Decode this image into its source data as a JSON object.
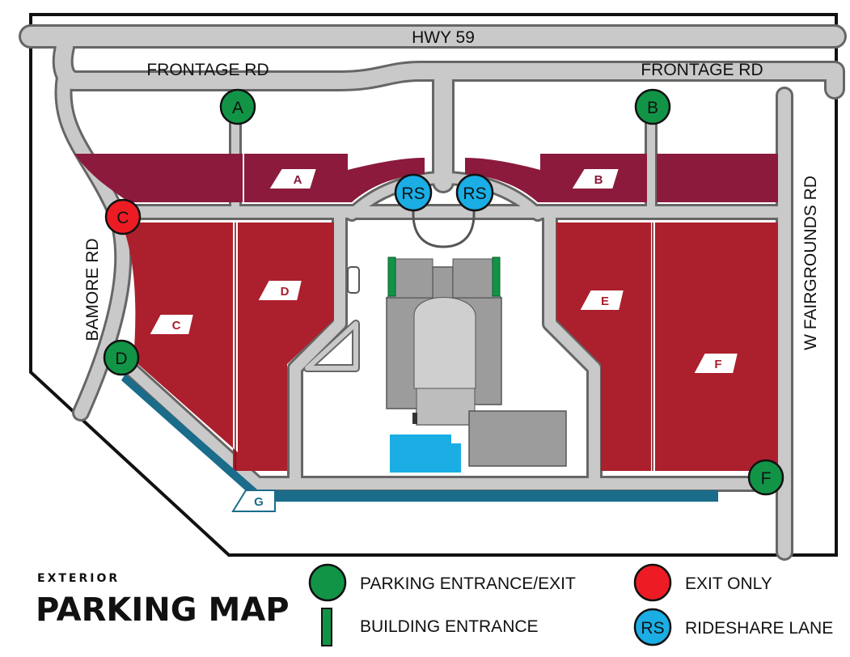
{
  "roads": {
    "hwy": "HWY 59",
    "frontage_left": "FRONTAGE RD",
    "frontage_right": "FRONTAGE RD",
    "bamore": "BAMORE RD",
    "fairgrounds": "W FAIRGROUNDS RD"
  },
  "lots": {
    "a": "A",
    "b": "B",
    "c": "C",
    "d": "D",
    "e": "E",
    "f": "F",
    "g": "G"
  },
  "markers": {
    "entrance_a": "A",
    "entrance_b": "B",
    "exit_c": "C",
    "entrance_d": "D",
    "entrance_f": "F",
    "rideshare_left": "RS",
    "rideshare_right": "RS"
  },
  "title": {
    "small": "EXTERIOR",
    "big": "PARKING MAP"
  },
  "legend": {
    "entrance_exit": "PARKING ENTRANCE/EXIT",
    "building_entrance": "BUILDING ENTRANCE",
    "exit_only": "EXIT ONLY",
    "rideshare_symbol": "RS",
    "rideshare_lane": "RIDESHARE LANE"
  },
  "colors": {
    "lot_maroon": "#8b1a3c",
    "lot_red": "#ac1f2c",
    "lot_teal": "#1a6c8a",
    "road_gray": "#c9c9c9",
    "building_gray": "#9c9c9c",
    "entrance_green": "#129447",
    "exit_red": "#ed1c24",
    "rideshare_blue": "#1aaee5",
    "water_blue": "#1aaee5"
  }
}
